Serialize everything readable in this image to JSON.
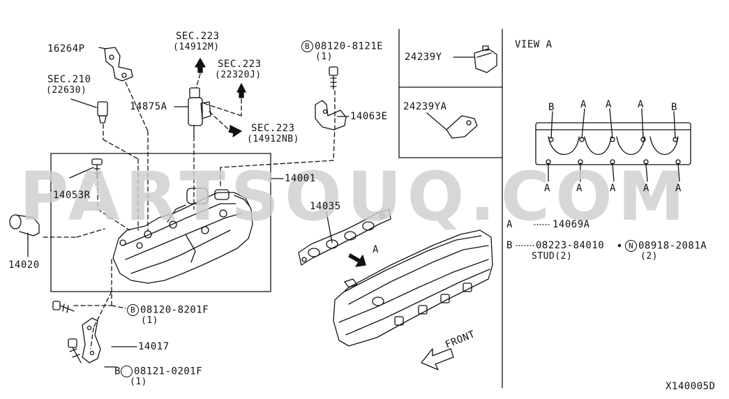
{
  "diagram": {
    "labels": {
      "l16264P": "16264P",
      "sec223a": "SEC.223",
      "sec223a_sub": "(14912M)",
      "sec223b": "SEC.223",
      "sec223b_sub": "(22320J)",
      "sec210": "SEC.210",
      "sec210_sub": "(22630)",
      "l14875A": "14875A",
      "sec223c": "SEC.223",
      "sec223c_sub": "(14912NB)",
      "b08120_8121E": "08120-8121E",
      "b08120_8121E_qty": "(1)",
      "l14063E": "14063E",
      "l24239Y": "24239Y",
      "l24239YA": "24239YA",
      "view_a": "VIEW A",
      "l14001": "14001",
      "l14053R": "14053R",
      "l14035": "14035",
      "arrow_a": "A",
      "l14020": "14020",
      "b08120_8201F": "08120-8201F",
      "b08120_8201F_qty": "(1)",
      "l14017": "14017",
      "b08121_0201F": "08121-0201F",
      "b08121_0201F_qty": "(1)",
      "front": "FRONT",
      "diagram_code": "X140005D"
    },
    "view_a": {
      "top_letters": [
        "B",
        "A",
        "A",
        "A",
        "B"
      ],
      "bottom_letters": [
        "A",
        "A",
        "A",
        "A",
        "A"
      ]
    },
    "legend": {
      "a_key": "A",
      "a_part": "14069A",
      "b_key": "B",
      "b_part": "08223-84010",
      "b_desc": "STUD(2)",
      "n_key": "N",
      "n_part": "08918-2081A",
      "n_qty": "(2)"
    },
    "circled_prefix": "B",
    "watermark": "PARTSOUQ.COM"
  }
}
